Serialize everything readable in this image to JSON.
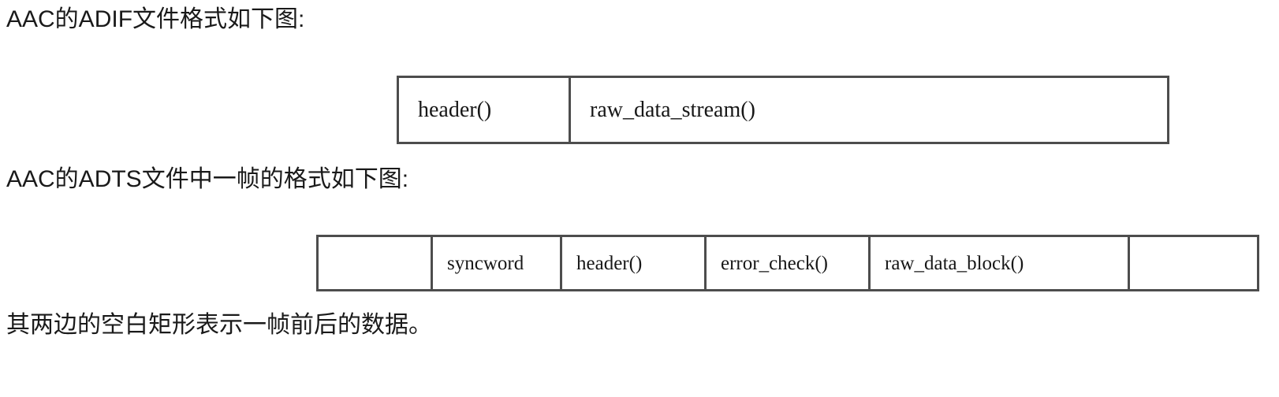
{
  "document": {
    "background_color": "#ffffff",
    "text_color": "#1a1a1a",
    "border_color": "#4d4d4d"
  },
  "lines": {
    "adif_intro": "AAC的ADIF文件格式如下图:",
    "adts_intro": "AAC的ADTS文件中一帧的格式如下图:",
    "closing_note": "其两边的空白矩形表示一帧前后的数据。"
  },
  "adif_diagram": {
    "caption": "AAC的ADIF文件格式如下图:",
    "cells": [
      {
        "label": "header()"
      },
      {
        "label": "raw_data_stream()"
      }
    ]
  },
  "adts_diagram": {
    "caption": "AAC的ADTS文件中一帧的格式如下图:",
    "cells": [
      {
        "label": ""
      },
      {
        "label": "syncword"
      },
      {
        "label": "header()"
      },
      {
        "label": "error_check()"
      },
      {
        "label": "raw_data_block()"
      },
      {
        "label": ""
      }
    ]
  }
}
